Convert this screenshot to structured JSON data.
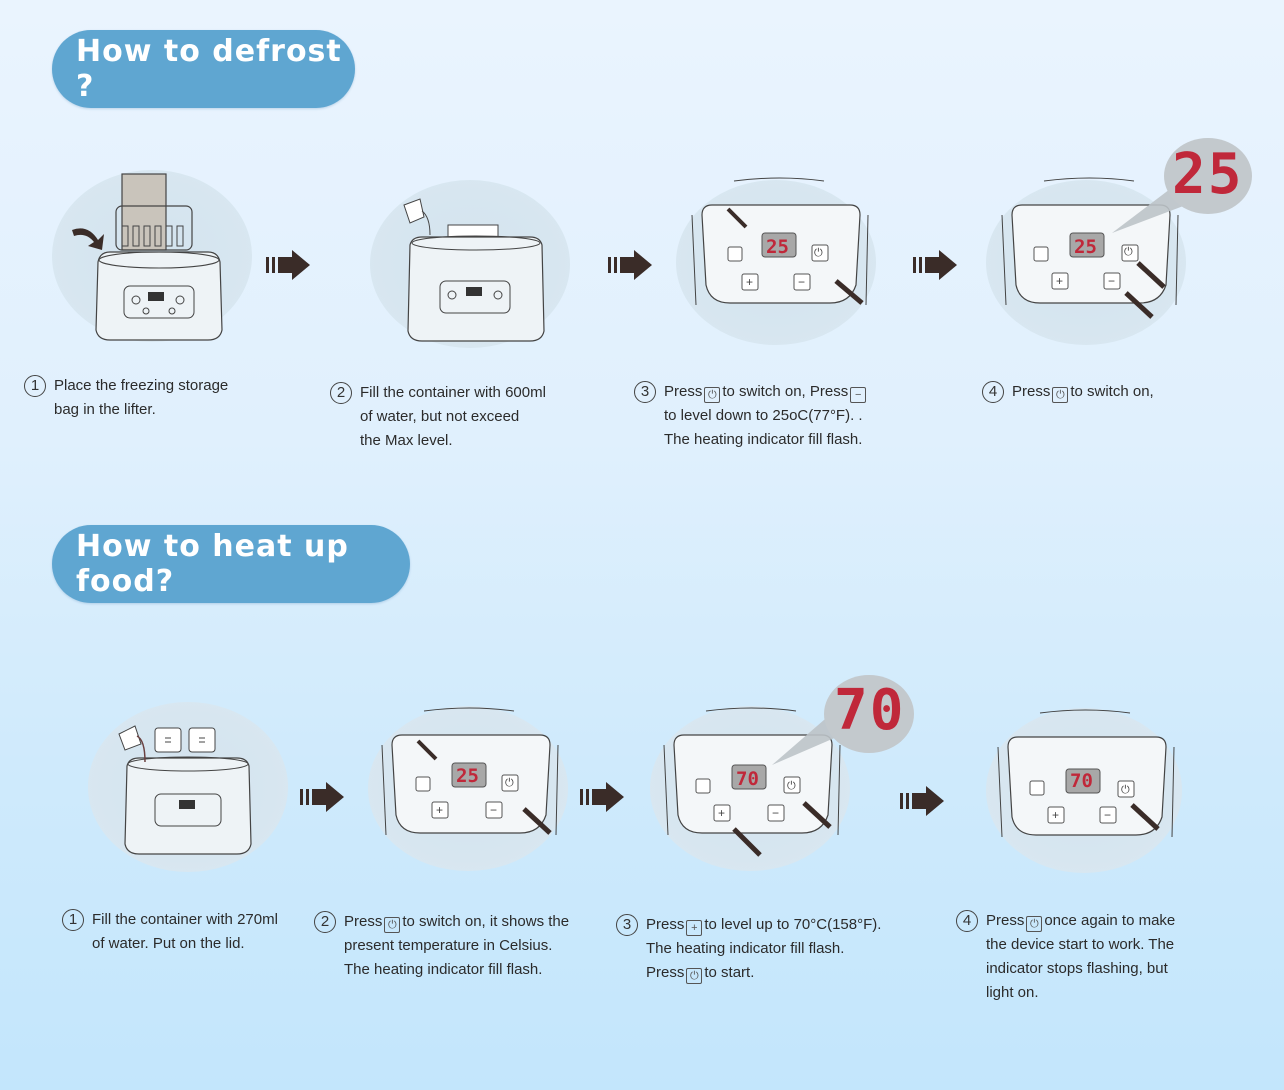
{
  "sections": [
    {
      "title": "How to defrost ?",
      "steps": [
        {
          "number": "1",
          "lines": [
            "Place the freezing storage",
            "bag in the lifter."
          ]
        },
        {
          "number": "2",
          "lines": [
            "Fill the container with 600ml",
            "of water, but not exceed",
            "the Max level."
          ]
        },
        {
          "number": "3",
          "parts": {
            "a": "Press",
            "b": "to switch on, Press",
            "line2": "to level down to 25oC(77°F). .",
            "line3": "The heating indicator fill flash."
          }
        },
        {
          "number": "4",
          "parts": {
            "a": "Press",
            "b": "to switch on,"
          }
        }
      ],
      "displays": {
        "step3": "25",
        "step4": "25",
        "step4_zoom": "25"
      }
    },
    {
      "title": "How to heat up food?",
      "steps": [
        {
          "number": "1",
          "lines": [
            "Fill the container with 270ml",
            "of water. Put on the lid."
          ]
        },
        {
          "number": "2",
          "parts": {
            "a": "Press",
            "b": "to switch on, it shows the",
            "line2": "present temperature in Celsius.",
            "line3": "The heating indicator fill flash."
          }
        },
        {
          "number": "3",
          "parts": {
            "a": "Press",
            "b": "to level up to 70°C(158°F).",
            "line2": "The heating indicator fill flash.",
            "line3a": "Press",
            "line3b": "to start."
          }
        },
        {
          "number": "4",
          "parts": {
            "a": "Press",
            "b": "once again to make",
            "line2": "the device start to work. The",
            "line3": "indicator stops flashing, but",
            "line4": "light on."
          }
        }
      ],
      "displays": {
        "step2": "25",
        "step3": "70",
        "step3_zoom": "70",
        "step4": "70"
      }
    }
  ],
  "icons": {
    "power": "power-icon",
    "minus": "minus-icon",
    "plus": "plus-icon",
    "arrow": "arrow-right-icon"
  },
  "glyphs": {
    "plus": "+",
    "minus": "−",
    "power": "⏻"
  },
  "colors": {
    "pill": "#5fa6d1",
    "display": "#c0283a",
    "background_top": "#eaf4fe",
    "background_bottom": "#c3e6fc"
  }
}
